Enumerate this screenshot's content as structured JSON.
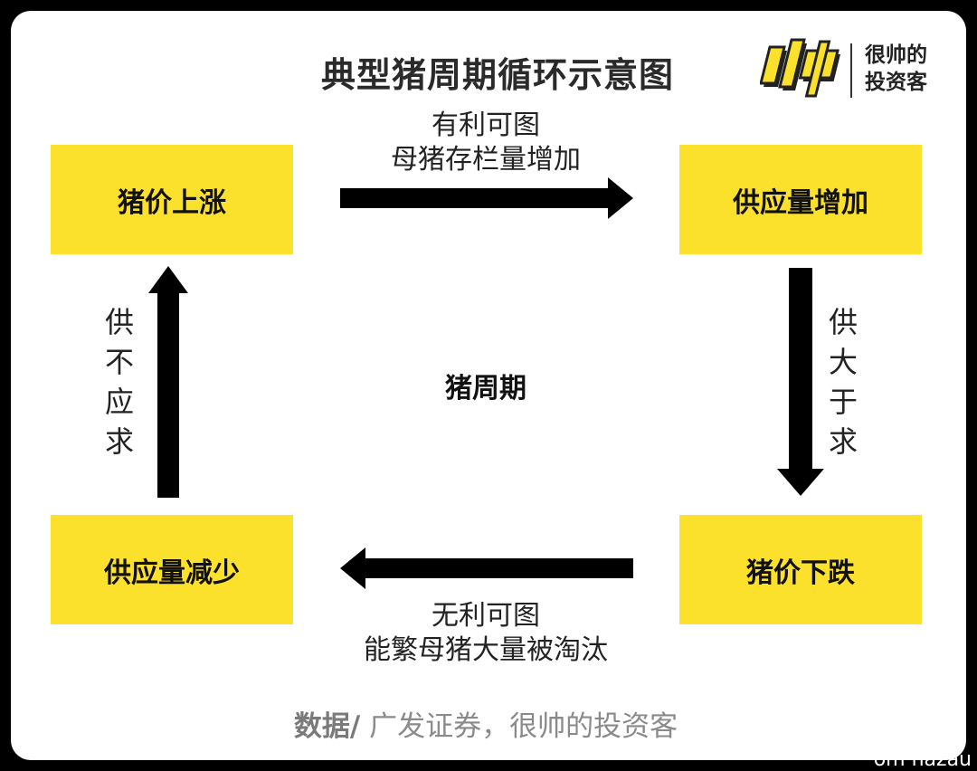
{
  "title": "典型猪周期循环示意图",
  "logo": {
    "line1": "很帅的",
    "line2": "投资客",
    "mark_text": "帅",
    "mark_color": "#fbe02c"
  },
  "cycle": {
    "top_left": "猪价上涨",
    "top_right": "供应量增加",
    "bottom_right": "猪价下跌",
    "bottom_left": "供应量减少",
    "center": "猪周期"
  },
  "arrows": {
    "top": {
      "line1": "有利可图",
      "line2": "母猪存栏量增加"
    },
    "right": "供大于求",
    "bottom": {
      "line1": "无利可图",
      "line2": "能繁母猪大量被淘汰"
    },
    "left": "供不应求"
  },
  "source": {
    "label": "数据/",
    "text": " 广发证券，很帅的投资客"
  },
  "watermark": "om nazau",
  "colors": {
    "box": "#fbe02c",
    "arrow": "#000000",
    "background": "#ffffff"
  }
}
